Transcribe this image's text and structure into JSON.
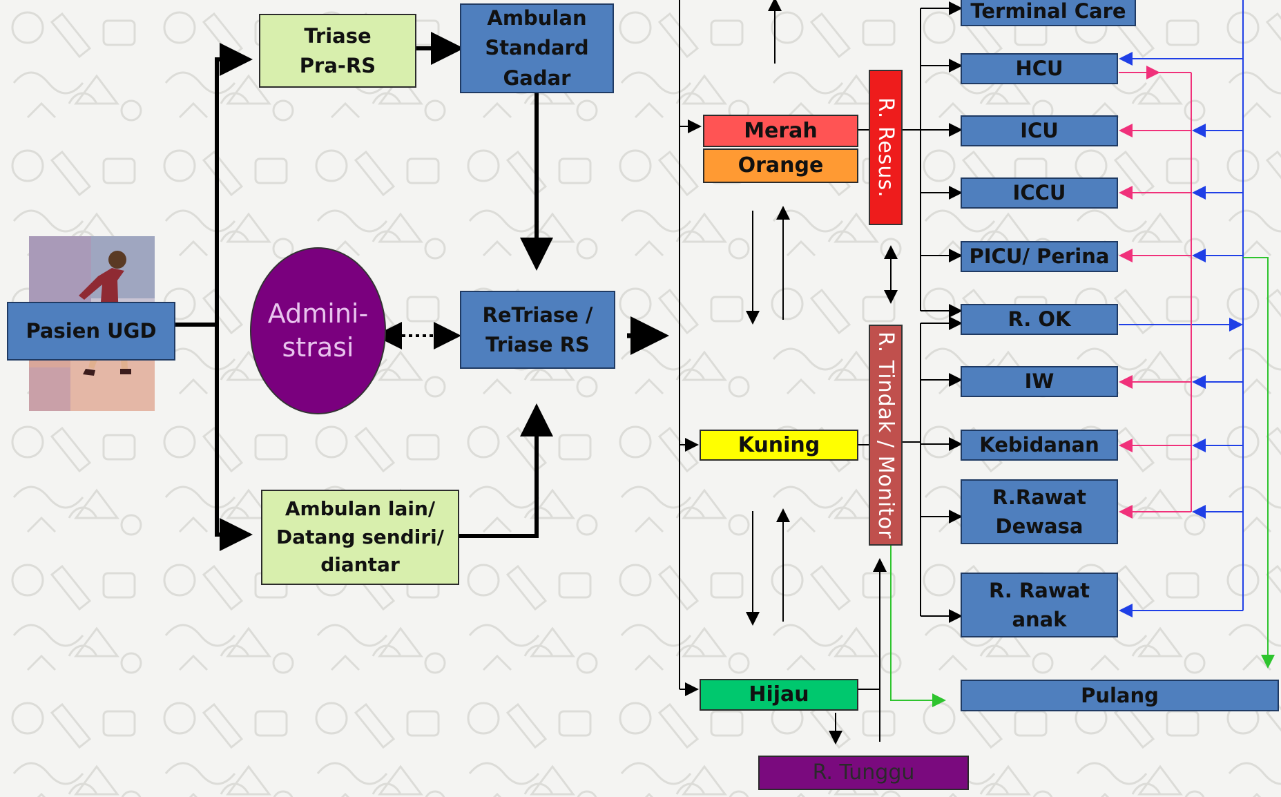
{
  "colors": {
    "merah": "#ff5454",
    "orange": "#ff9a33",
    "kuning": "#ffff00",
    "hijau": "#00c86e",
    "resus": "#ee1c1c",
    "tindak": "#c0504d",
    "ward_blue": "#4f7fbe",
    "admin_purple": "#7a007e",
    "line_blue": "#1f3fe6",
    "line_pink": "#f0307a",
    "line_green": "#2ec42e"
  },
  "nodes": {
    "pasien": "Pasien UGD",
    "triase_pra": "Triase\nPra-RS",
    "ambulan_standard": "Ambulan\nStandard\nGadar",
    "administrasi": "Admini-\nstrasi",
    "retriase": "ReTriase /\nTriase RS",
    "ambulan_lain": "Ambulan lain/\nDatang sendiri/\ndiantar",
    "merah": "Merah",
    "orange": "Orange",
    "kuning": "Kuning",
    "hijau": "Hijau",
    "r_resus": "R. Resus.",
    "r_tindak": "R. Tindak / Monitor",
    "r_tunggu": "R. Tunggu",
    "pulang": "Pulang"
  },
  "wards": [
    "Terminal Care",
    "HCU",
    "ICU",
    "ICCU",
    "PICU/ Perina",
    "R. OK",
    "IW",
    "Kebidanan",
    "R.Rawat\nDewasa",
    "R. Rawat\nanak"
  ]
}
